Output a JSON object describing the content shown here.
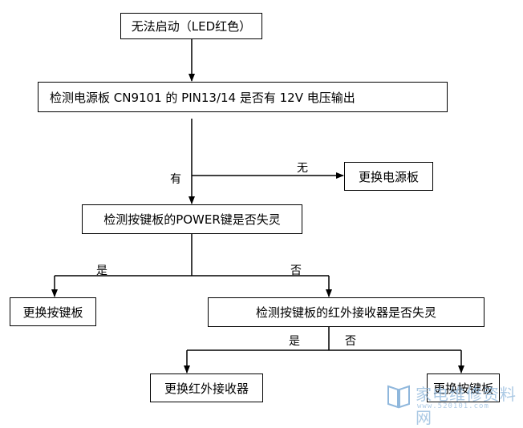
{
  "nodes": {
    "start": "无法启动（LED红色）",
    "check_power": "检测电源板 CN9101 的 PIN13/14 是否有 12V 电压输出",
    "replace_power": "更换电源板",
    "check_key": "检测按键板的POWER键是否失灵",
    "replace_key": "更换按键板",
    "check_ir": "检测按键板的红外接收器是否失灵",
    "replace_ir": "更换红外接收器",
    "replace_key2": "更换按键板"
  },
  "edges": {
    "has": "有",
    "none": "无",
    "yes1": "是",
    "no1": "否",
    "yes2": "是",
    "no2": "否"
  },
  "watermark": {
    "text": "家电维修资料网",
    "url": "www.520101.com"
  }
}
